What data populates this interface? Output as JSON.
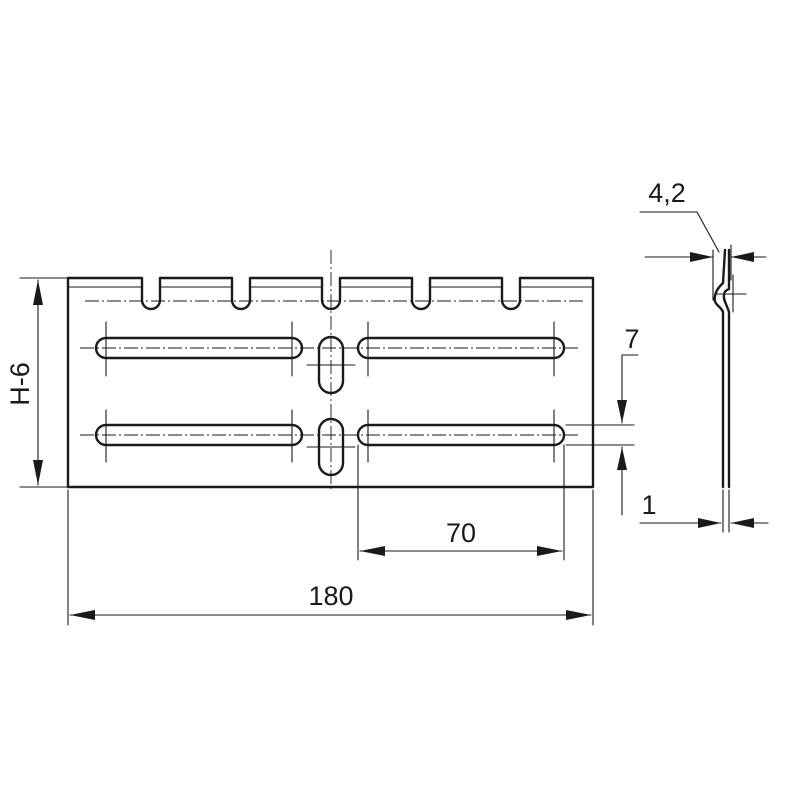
{
  "dimensions": {
    "total_length": "180",
    "slot_length": "70",
    "slot_spacing": "7",
    "height": "H-6",
    "hook_width": "4,2",
    "thickness": "1"
  }
}
